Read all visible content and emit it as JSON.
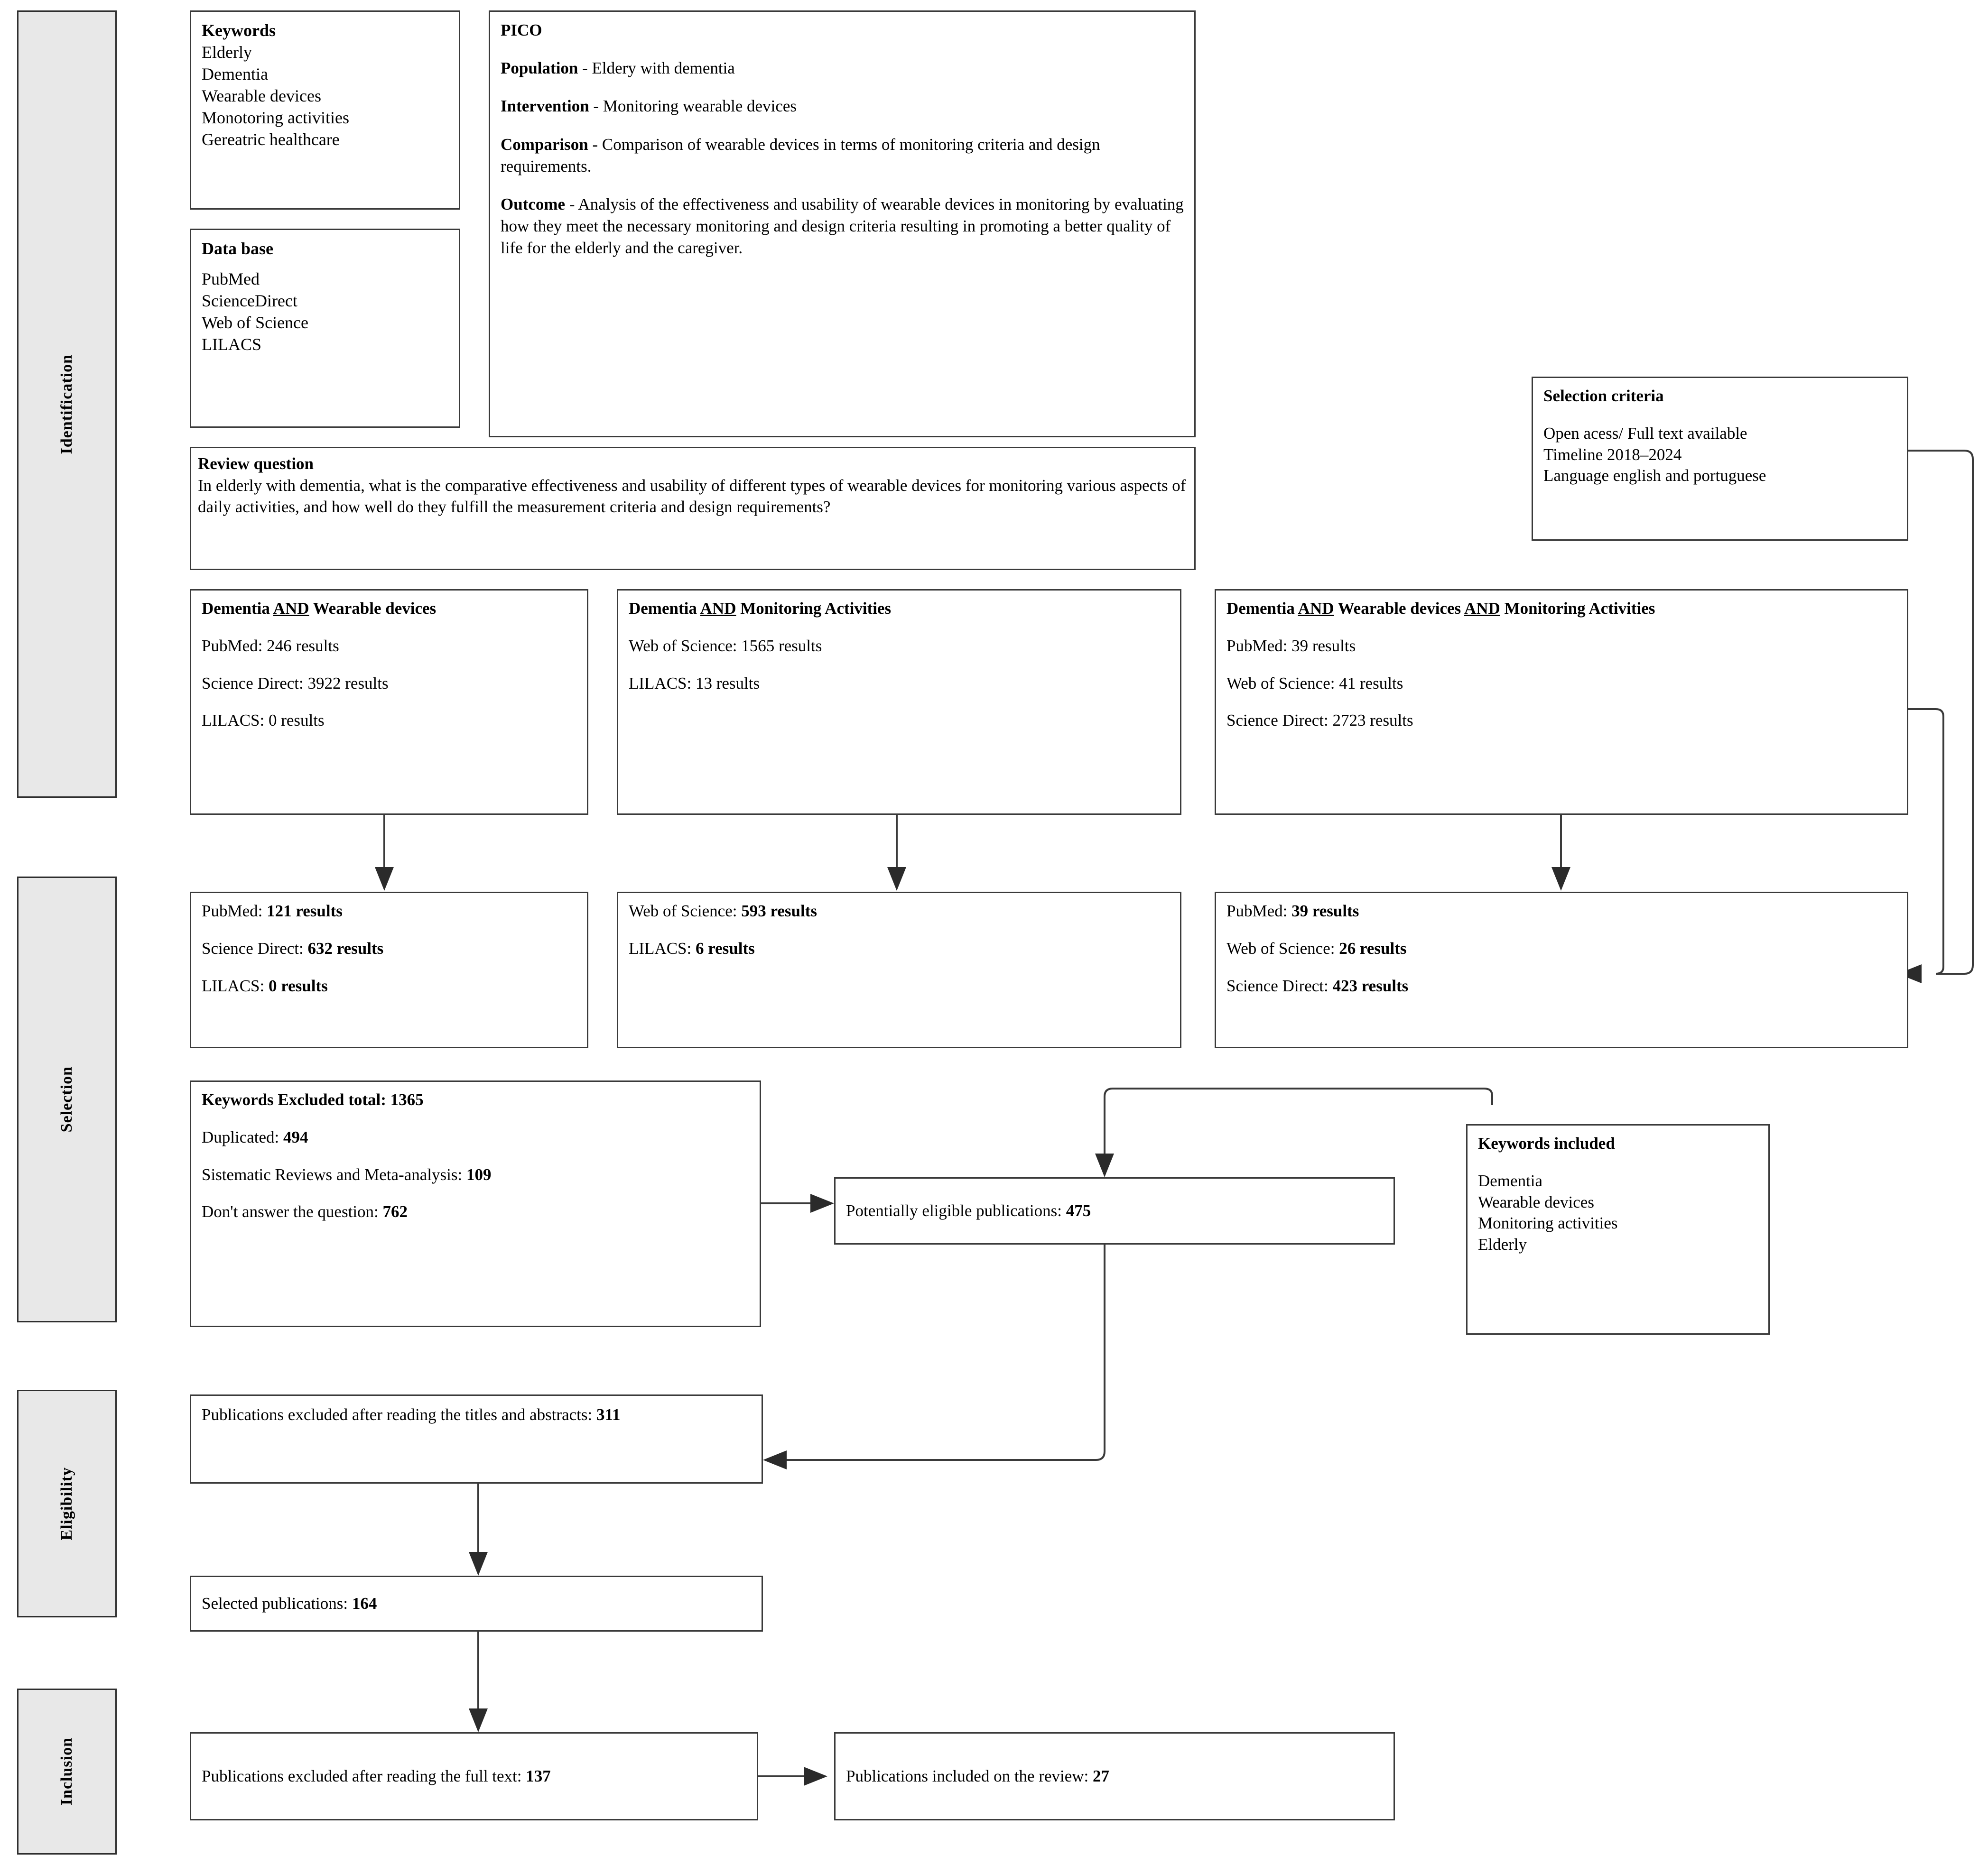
{
  "phases": [
    {
      "label": "Identification"
    },
    {
      "label": "Selection"
    },
    {
      "label": "Eligibility"
    },
    {
      "label": "Inclusion"
    }
  ],
  "keywords_box": {
    "title": "Keywords",
    "items": [
      "Elderly",
      "Dementia",
      "Wearable devices",
      "Monotoring activities",
      "Gereatric healthcare"
    ]
  },
  "database_box": {
    "title": "Data base",
    "items": [
      "PubMed",
      "ScienceDirect",
      "Web of Science",
      "LILACS"
    ]
  },
  "pico_box": {
    "title": "PICO",
    "entries": [
      {
        "label": "Population",
        "text": " - Eldery with dementia"
      },
      {
        "label": "Intervention",
        "text": " - Monitoring wearable devices"
      },
      {
        "label": "Comparison",
        "text": " - Comparison of wearable devices in terms of monitoring criteria and design requirements."
      },
      {
        "label": "Outcome",
        "text": " - Analysis of the effectiveness and usability of wearable devices in monitoring by evaluating how they meet the necessary monitoring and design criteria resulting in promoting a better quality of life for the elderly and the caregiver."
      }
    ]
  },
  "review_question_box": {
    "title": "Review question",
    "text": "In elderly with dementia, what is the comparative effectiveness and usability of different types of wearable devices for monitoring various aspects of daily activities, and how well do they fulfill the measurement criteria and design requirements?"
  },
  "selection_criteria_box": {
    "title": "Selection criteria",
    "items": [
      "Open acess/ Full text available",
      "Timeline 2018–2024",
      "Language english and portuguese"
    ]
  },
  "search1_box": {
    "title_pre": "Dementia ",
    "title_and": "AND",
    "title_post": " Wearable devices",
    "rows": [
      "PubMed: 246 results",
      "Science Direct: 3922 results",
      "LILACS: 0 results"
    ]
  },
  "search2_box": {
    "title_pre": "Dementia ",
    "title_and": "AND",
    "title_post": " Monitoring Activities",
    "rows": [
      "Web of Science: 1565 results",
      "LILACS: 13 results"
    ]
  },
  "search3_box": {
    "title_pre": "Dementia ",
    "title_and": "AND",
    "title_mid": " Wearable devices ",
    "title_and2": "AND",
    "title_post": " Monitoring Activities",
    "rows": [
      "PubMed: 39 results",
      "Web of Science: 41 results",
      "Science Direct: 2723 results"
    ]
  },
  "filtered1_box": {
    "rows": [
      {
        "label": "PubMed: ",
        "value": "121 results"
      },
      {
        "label": "Science Direct: ",
        "value": "632 results"
      },
      {
        "label": "LILACS: ",
        "value": "0 results"
      }
    ]
  },
  "filtered2_box": {
    "rows": [
      {
        "label": "Web of Science: ",
        "value": "593 results"
      },
      {
        "label": "LILACS: ",
        "value": "6 results"
      }
    ]
  },
  "filtered3_box": {
    "rows": [
      {
        "label": "PubMed: ",
        "value": "39 results"
      },
      {
        "label": "Web of Science: ",
        "value": "26 results"
      },
      {
        "label": "Science Direct: ",
        "value": "423 results"
      }
    ]
  },
  "excluded_box": {
    "title_label": "Keywords Excluded total: ",
    "title_value": "1365",
    "rows": [
      {
        "label": "Duplicated: ",
        "value": "494"
      },
      {
        "label": "Sistematic Reviews and Meta-analysis: ",
        "value": "109"
      },
      {
        "label": "Don't answer the question: ",
        "value": "762"
      }
    ]
  },
  "eligible_box": {
    "label": "Potentially eligible publications: ",
    "value": "475"
  },
  "keywords_included_box": {
    "title": "Keywords included",
    "items": [
      "Dementia",
      "Wearable devices",
      "Monitoring activities",
      "Elderly"
    ]
  },
  "excluded_titles_box": {
    "label": "Publications excluded after reading the titles and abstracts: ",
    "value": "311"
  },
  "selected_box": {
    "label": "Selected publications: ",
    "value": "164"
  },
  "excluded_fulltext_box": {
    "label": "Publications excluded after reading the full text: ",
    "value": "137"
  },
  "included_box": {
    "label": "Publications included on the review: ",
    "value": "27"
  },
  "colors": {
    "box_border": "#3a3a3a",
    "phase_fill": "#e8e8e8",
    "phase_border": "#2e2e2e",
    "connector": "#3a3a3a",
    "text": "#000000"
  }
}
